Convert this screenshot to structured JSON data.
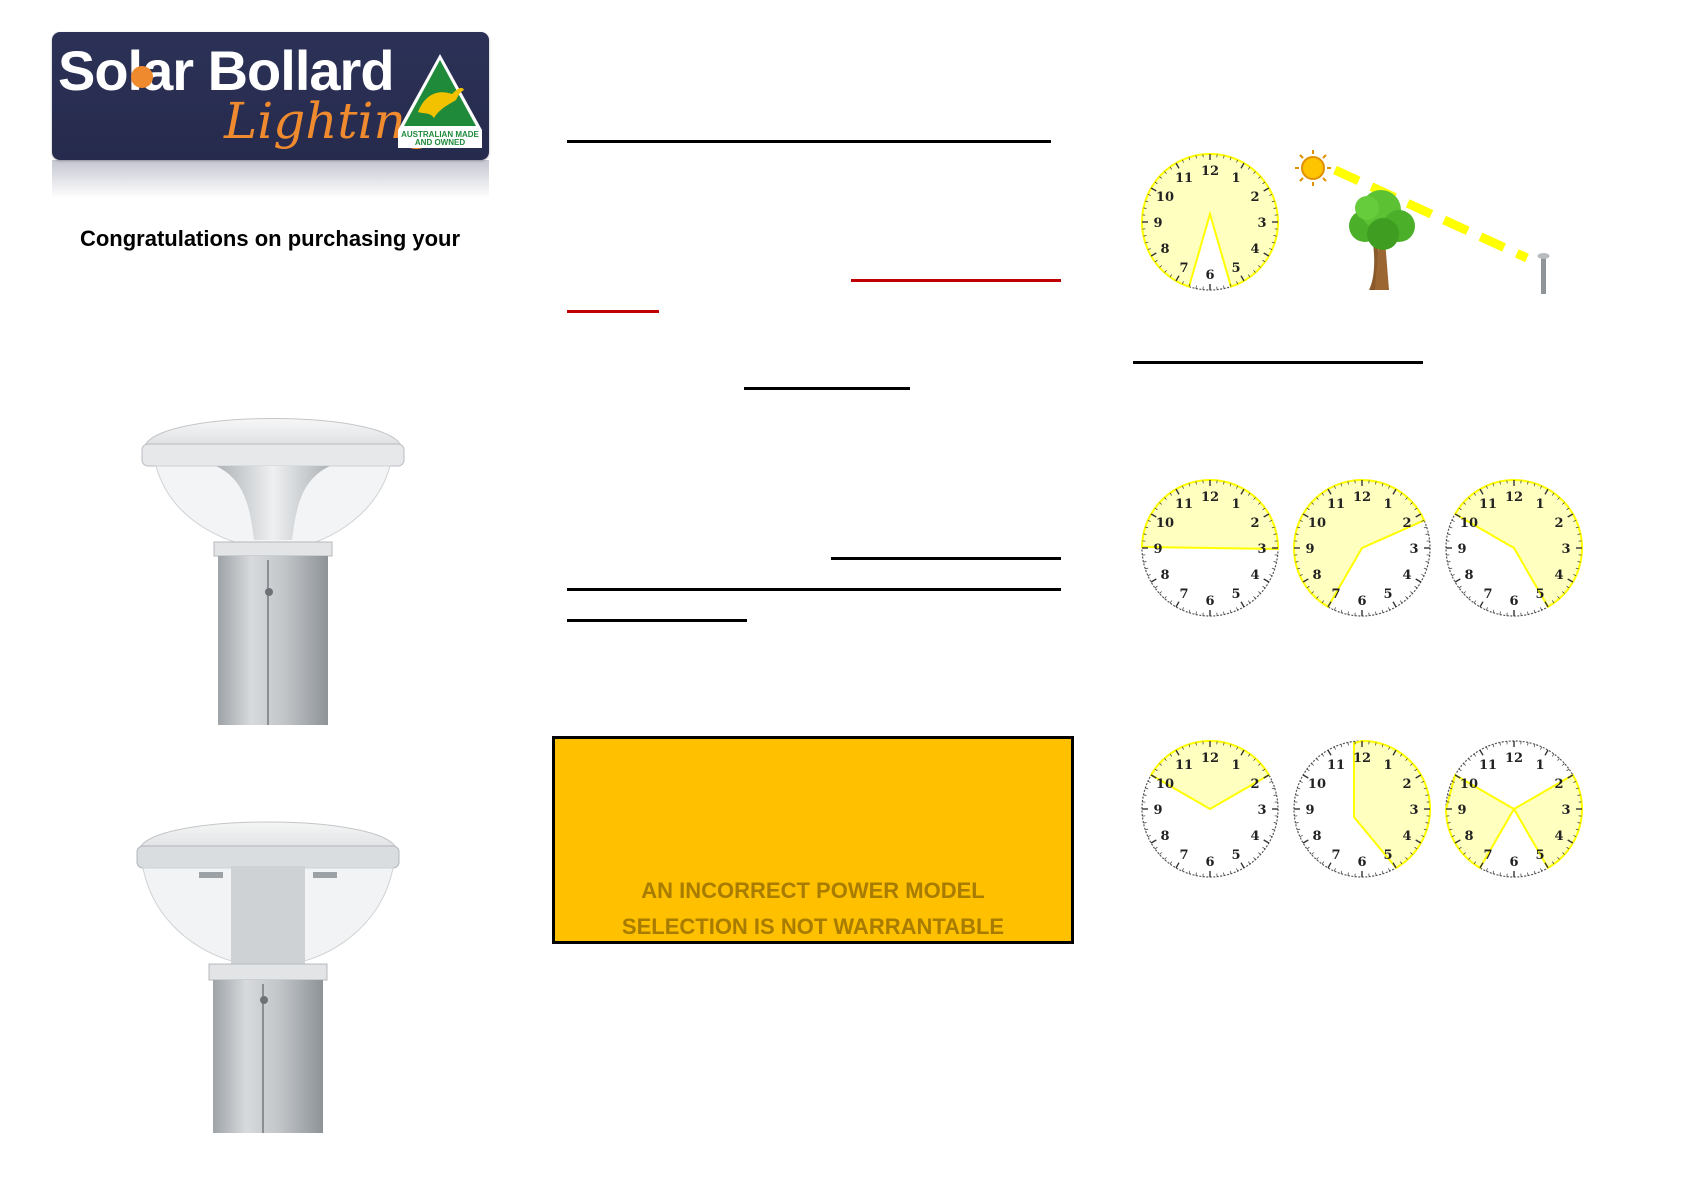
{
  "logo": {
    "brand_main": "Solar Bollard",
    "brand_sub": "Lighting",
    "badge_text_line1": "AUSTRALIAN MADE",
    "badge_text_line2": "AND OWNED"
  },
  "intro": {
    "congrats": "Congratulations on purchasing your"
  },
  "warning": {
    "line1": "AN INCORRECT POWER MODEL",
    "line2": "SELECTION IS NOT WARRANTABLE"
  },
  "clock_numbers": [
    "12",
    "1",
    "2",
    "3",
    "4",
    "5",
    "6",
    "7",
    "8",
    "9",
    "10",
    "11"
  ],
  "colors": {
    "navy": "#2c3157",
    "orange": "#f08a2e",
    "warning_bg": "#ffc000",
    "warning_text": "#a77c00",
    "sun_yellow": "#ffff00",
    "sector_fill": "#ffffc0",
    "red_underline": "#c00000"
  }
}
